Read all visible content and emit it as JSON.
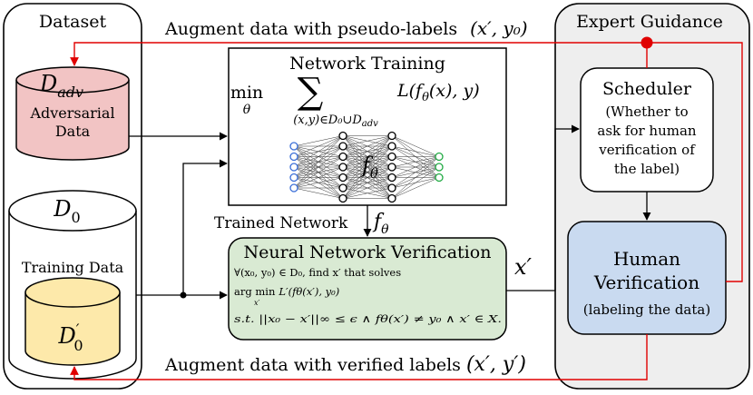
{
  "dataset": {
    "title": "Dataset",
    "adv": {
      "symbol": "D",
      "subscript": "adv",
      "label_line1": "Adversarial",
      "label_line2": "Data"
    },
    "train": {
      "symbol": "D",
      "subscript": "0",
      "label": "Training Data"
    },
    "pseudo": {
      "symbol": "D",
      "subscript": "0",
      "prime": "′"
    }
  },
  "training": {
    "title": "Network Training",
    "min": "min",
    "theta": "θ",
    "sum": "∑",
    "sum_index": "(x,y)∈D₀∪D",
    "sum_index_sub": "adv",
    "loss": "L(f",
    "loss_sub": "θ",
    "loss_tail": "(x), y)",
    "net_symbol": "f",
    "net_sub": "θ"
  },
  "trained": {
    "label": "Trained Network",
    "symbol": "f",
    "sub": "θ"
  },
  "verification": {
    "title": "Neural Network Verification",
    "line1": "∀(x₀, y₀) ∈ D₀, find x′ that solves",
    "line2_a": "arg min",
    "line2_sub": "x′",
    "line2_b": "L′(fθ(x′), y₀)",
    "line3": "s.t. ||x₀ − x′||∞ ≤ ϵ ∧ fθ(x′) ≠ y₀ ∧ x′ ∈ X."
  },
  "xprime": "x′",
  "expert": {
    "title": "Expert Guidance",
    "scheduler": {
      "title": "Scheduler",
      "line1": "(Whether to",
      "line2": "ask for human",
      "line3": "verification of",
      "line4": "the label)"
    },
    "human": {
      "line1": "Human",
      "line2": "Verification",
      "line3": "(labeling the data)"
    }
  },
  "top_label": {
    "text": "Augment data with pseudo-labels",
    "math": "(x′, y₀)"
  },
  "bottom_label": {
    "text": "Augment data with verified labels",
    "math": "(x′, y′)"
  },
  "colors": {
    "red": "#e00000",
    "adv_fill": "#f2c4c4",
    "pseudo_fill": "#fde9aa",
    "verify_fill": "#d9ead3",
    "human_fill": "#c9daf0",
    "expert_fill": "#eeeeee",
    "node_blue": "#3b6fd8",
    "node_green": "#22aa44"
  }
}
